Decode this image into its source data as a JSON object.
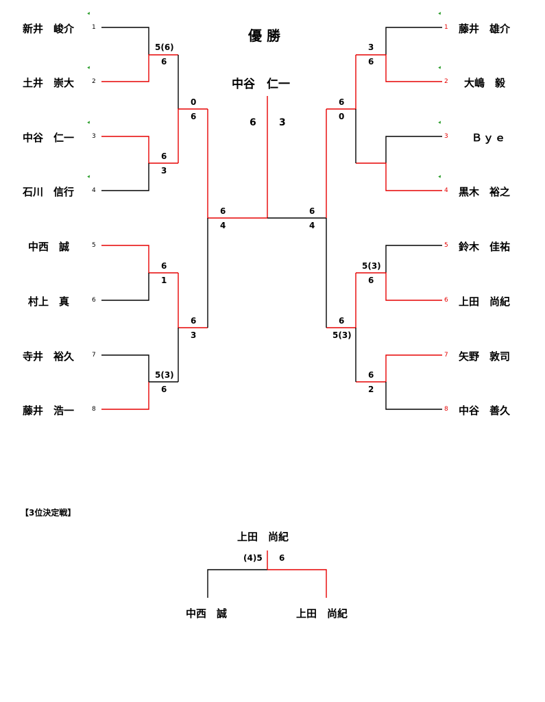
{
  "title": "優 勝",
  "champion": {
    "name": "中谷　仁一",
    "score_left": "6",
    "score_right": "3"
  },
  "left_players": [
    {
      "name": "新井　峻介",
      "seed": "1"
    },
    {
      "name": "土井　崇大",
      "seed": "2"
    },
    {
      "name": "中谷　仁一",
      "seed": "3"
    },
    {
      "name": "石川　信行",
      "seed": "4"
    },
    {
      "name": "中西　誠",
      "seed": "5"
    },
    {
      "name": "村上　真",
      "seed": "6"
    },
    {
      "name": "寺井　裕久",
      "seed": "7"
    },
    {
      "name": "藤井　浩一",
      "seed": "8"
    }
  ],
  "right_players": [
    {
      "name": "藤井　雄介",
      "seed": "1"
    },
    {
      "name": "大嶋　毅",
      "seed": "2"
    },
    {
      "name": "Ｂｙｅ",
      "seed": "3"
    },
    {
      "name": "黒木　裕之",
      "seed": "4"
    },
    {
      "name": "鈴木　佳祐",
      "seed": "5"
    },
    {
      "name": "上田　尚紀",
      "seed": "6"
    },
    {
      "name": "矢野　敦司",
      "seed": "7"
    },
    {
      "name": "中谷　善久",
      "seed": "8"
    }
  ],
  "left_scores": {
    "r1_m1": [
      "5(6)",
      "6"
    ],
    "r1_m2": [
      "6",
      "3"
    ],
    "r1_m3": [
      "6",
      "1"
    ],
    "r1_m4": [
      "5(3)",
      "6"
    ],
    "r2_m1": [
      "0",
      "6"
    ],
    "r2_m2": [
      "6",
      "3"
    ],
    "sf": [
      "6",
      "4"
    ]
  },
  "right_scores": {
    "r1_m1": [
      "3",
      "6"
    ],
    "r1_m3": [
      "5(3)",
      "6"
    ],
    "r1_m4": [
      "6",
      "2"
    ],
    "r2_m1": [
      "6",
      "0"
    ],
    "r2_m2": [
      "6",
      "5(3)"
    ],
    "sf": [
      "6",
      "4"
    ]
  },
  "third_place": {
    "heading": "【3位決定戦】",
    "winner": "上田　尚紀",
    "score_left": "(4)5",
    "score_right": "6",
    "player_left": "中西　誠",
    "player_right": "上田　尚紀"
  },
  "colors": {
    "win_line": "#e60000",
    "line": "#000000",
    "seed_mark": "#2a9d2a"
  }
}
